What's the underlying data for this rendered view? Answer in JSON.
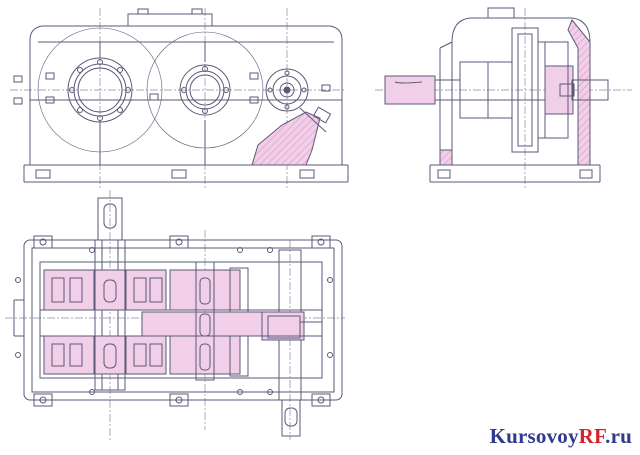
{
  "colors": {
    "line": "#5a5a78",
    "center": "#8a8aa8",
    "fill": "#f2cfe8",
    "hatch": "#d58cc4",
    "wm_main": "#2f3a8f",
    "wm_accent": "#d4242a"
  },
  "watermark": {
    "main": "Kursovoy",
    "accent": "RF",
    "tail": ".ru"
  }
}
